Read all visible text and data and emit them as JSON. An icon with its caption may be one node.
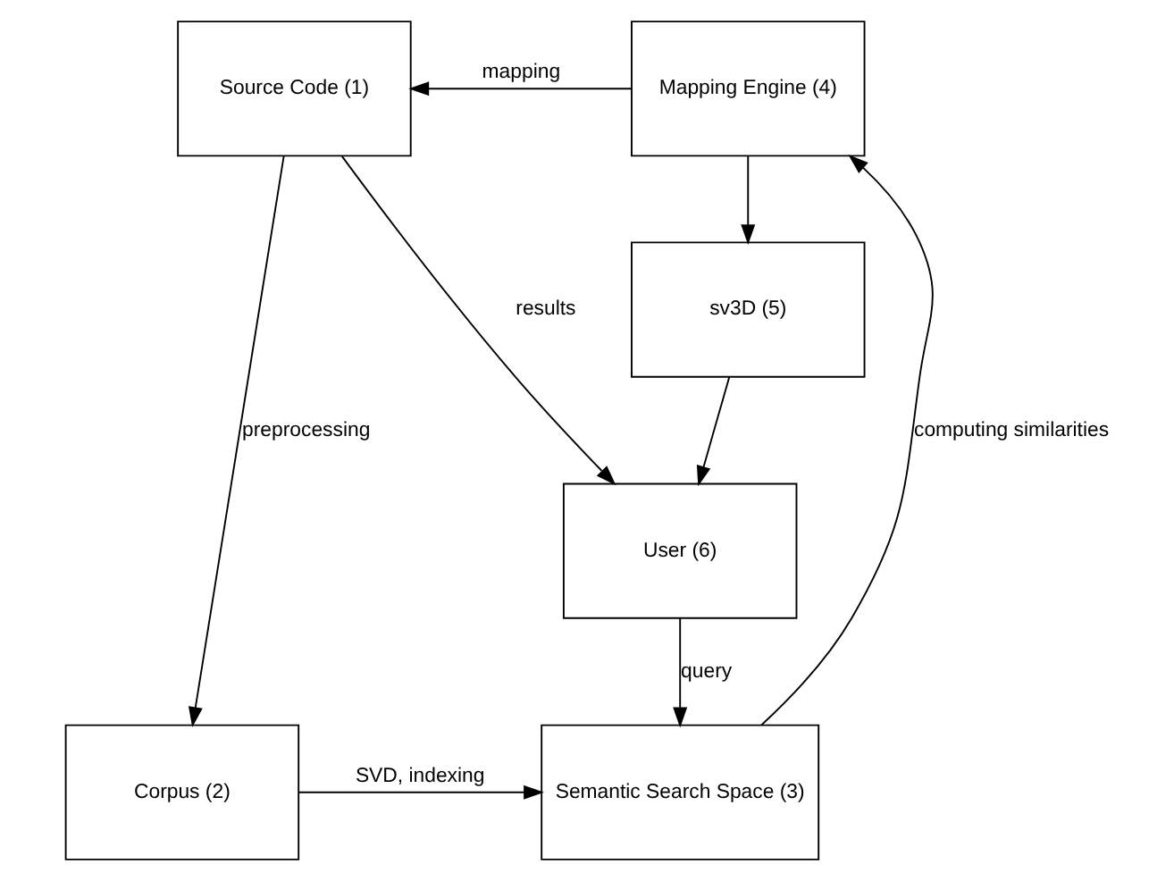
{
  "diagram": {
    "nodes": [
      {
        "text": [
          "Source Code (1)"
        ]
      },
      {
        "text": [
          "Mapping Engine (4)"
        ]
      },
      {
        "text": [
          "sv3D (5)"
        ]
      },
      {
        "text": [
          "User (6)"
        ]
      },
      {
        "text": [
          "Corpus (2)"
        ]
      },
      {
        "text": [
          "Semantic Search Space (3)"
        ]
      }
    ],
    "edges": [
      {
        "from": 1,
        "to": 0,
        "arrow": "to",
        "label": "mapping"
      },
      {
        "from": 1,
        "to": 2,
        "arrow": "to"
      },
      {
        "from": 0,
        "to": 3,
        "arrow": "to",
        "label": "results"
      },
      {
        "from": 2,
        "to": 3,
        "arrow": "to"
      },
      {
        "from": 0,
        "to": 4,
        "arrow": "to",
        "label": "preprocessing"
      },
      {
        "from": 3,
        "to": 5,
        "arrow": "to",
        "label": "query"
      },
      {
        "from": 4,
        "to": 5,
        "arrow": "to",
        "label": "SVD, indexing"
      },
      {
        "from": 5,
        "to": 1,
        "arrow": "to",
        "label": "computing similarities"
      }
    ]
  }
}
